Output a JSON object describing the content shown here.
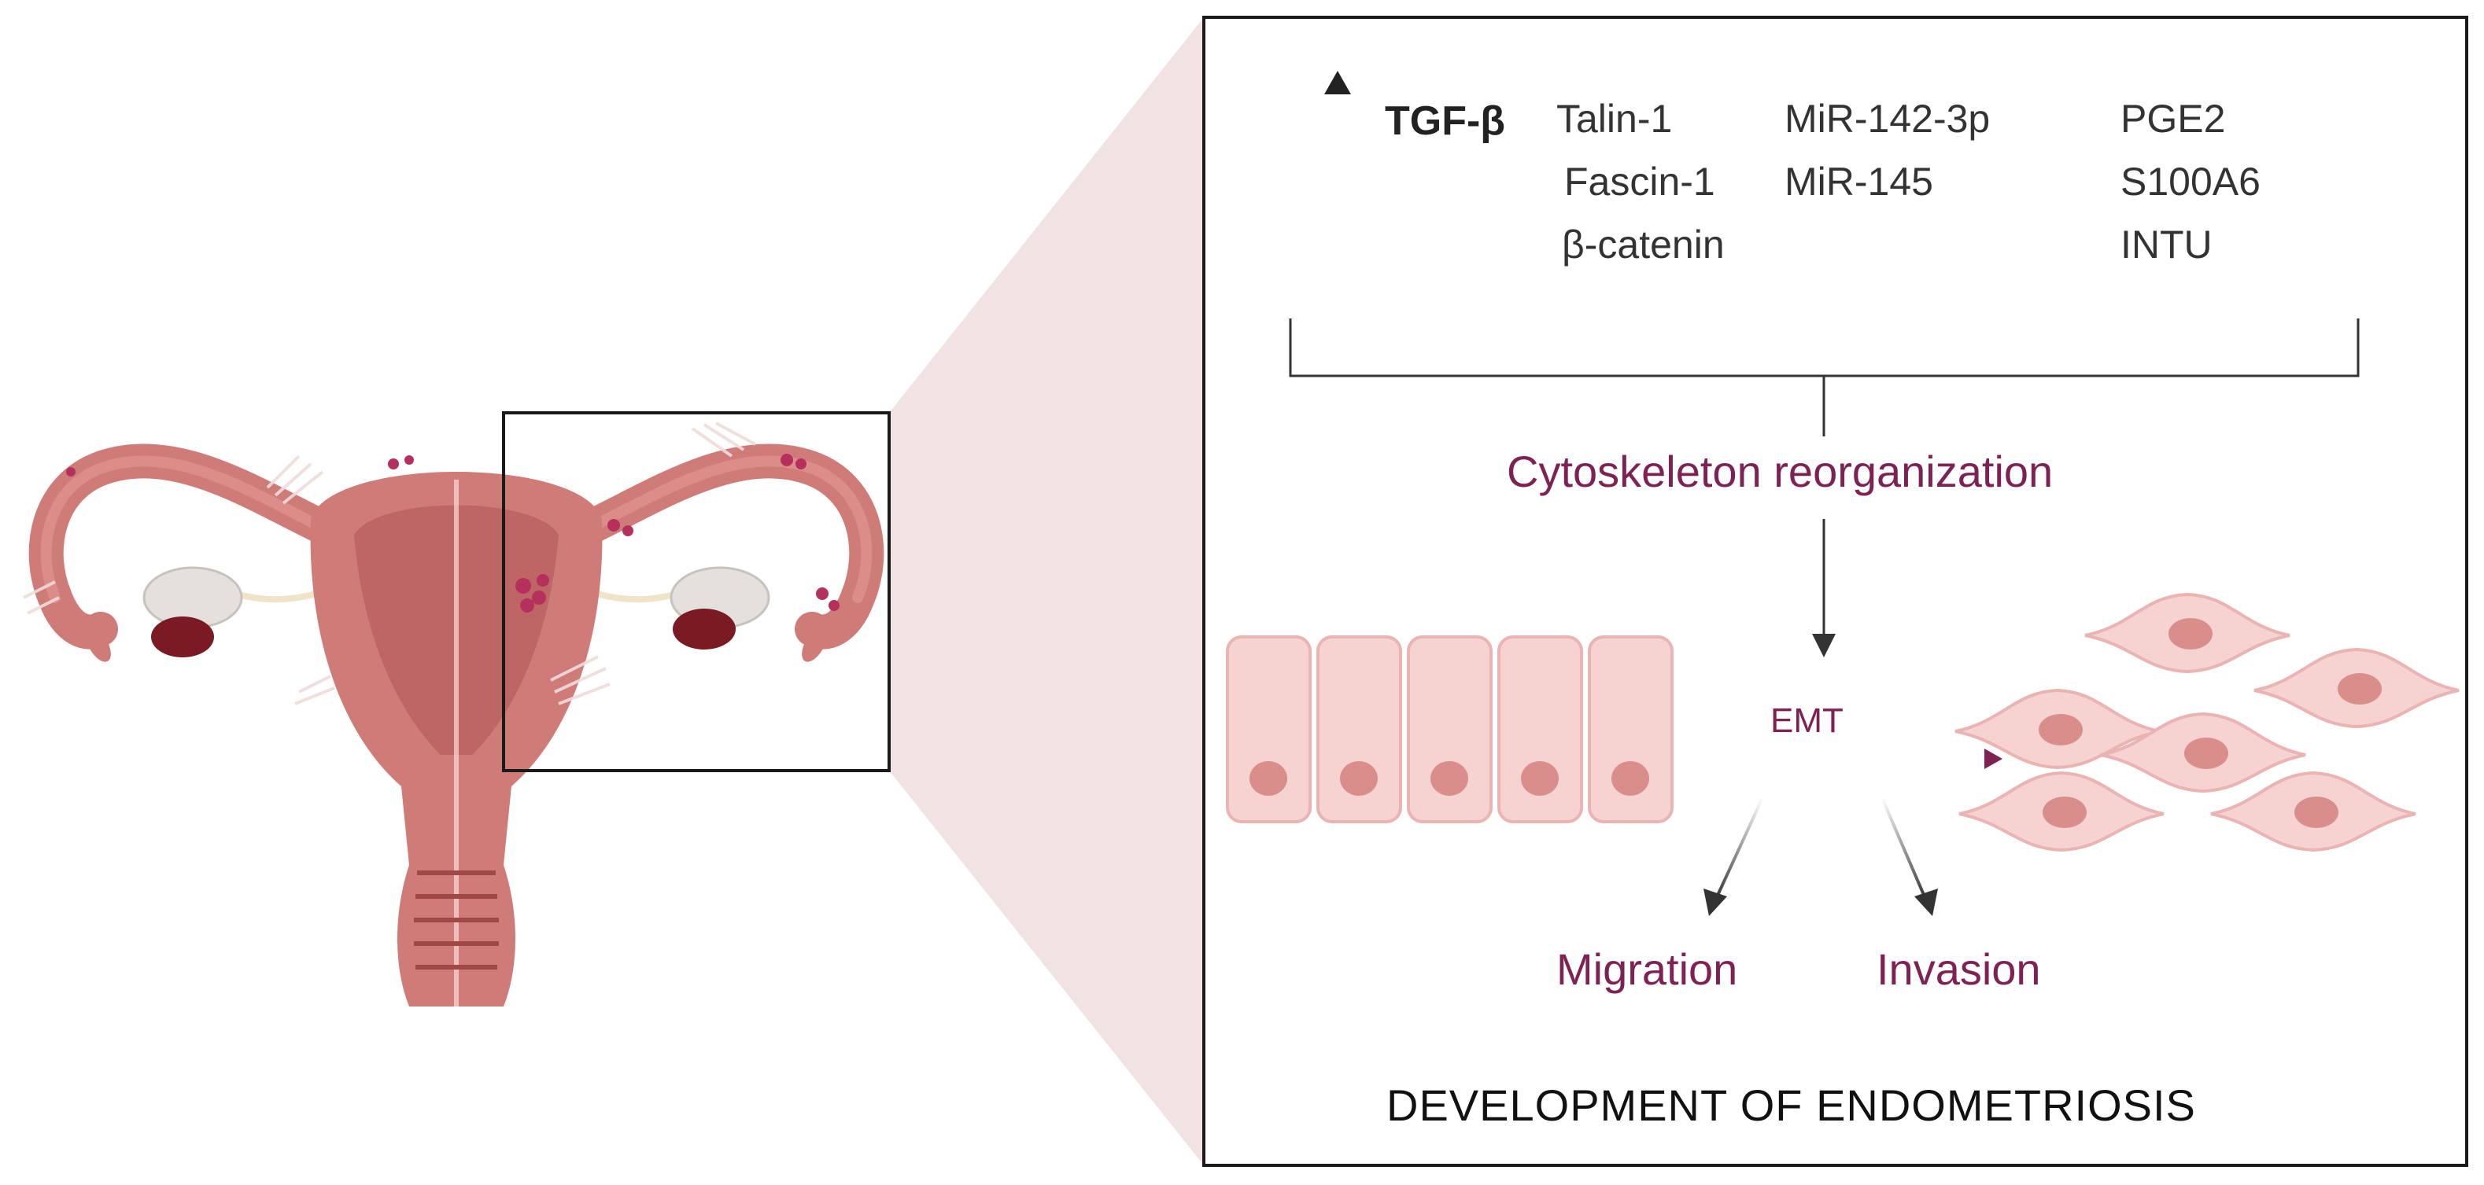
{
  "upregulated": {
    "lead": "TGF-β",
    "col1": [
      "Talin-1",
      "Fascin-1",
      "β-catenin"
    ],
    "col2": [
      "MiR-142-3p",
      "MiR-145"
    ],
    "col3": [
      "PGE2",
      "S100A6",
      "INTU"
    ]
  },
  "process": {
    "cytoskeleton": "Cytoskeleton reorganization",
    "emt": "EMT",
    "migration": "Migration",
    "invasion": "Invasion"
  },
  "conclusion": "DEVELOPMENT OF ENDOMETRIOSIS",
  "colors": {
    "accent": "#7d2252",
    "tissue": "#cf7b78",
    "tissue_light": "#f2d0cf",
    "zoom_wedge": "#f1e3e3",
    "cell_fill": "#f6d2d0",
    "cell_stroke": "#e9b4b1",
    "nucleus": "#d98e8c",
    "lesion": "#b5305c",
    "ovary": "#e4e0dc",
    "line": "#333333"
  },
  "icons": [
    "up-arrow-icon",
    "uterus-illustration",
    "epithelial-cell-icon",
    "mesenchymal-cell-icon"
  ]
}
